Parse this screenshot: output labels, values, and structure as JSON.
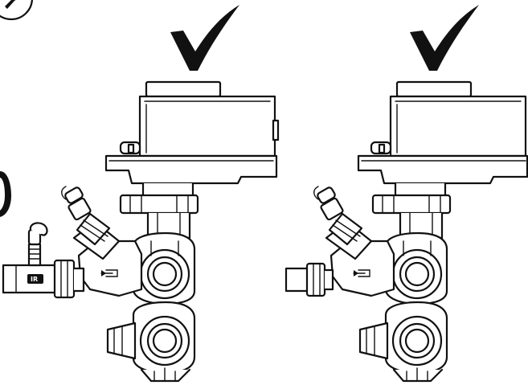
{
  "figure": {
    "panels": [
      {
        "id": "left",
        "status": "correct",
        "mark_icon": "check-mark-icon",
        "has_side_valve": true
      },
      {
        "id": "right",
        "status": "correct",
        "mark_icon": "check-mark-icon",
        "has_side_valve": false
      }
    ],
    "corner_icon": "wrench-circle-icon",
    "side_valve_badge": "IR",
    "colors": {
      "line": "#111111",
      "fill": "#ffffff"
    }
  }
}
